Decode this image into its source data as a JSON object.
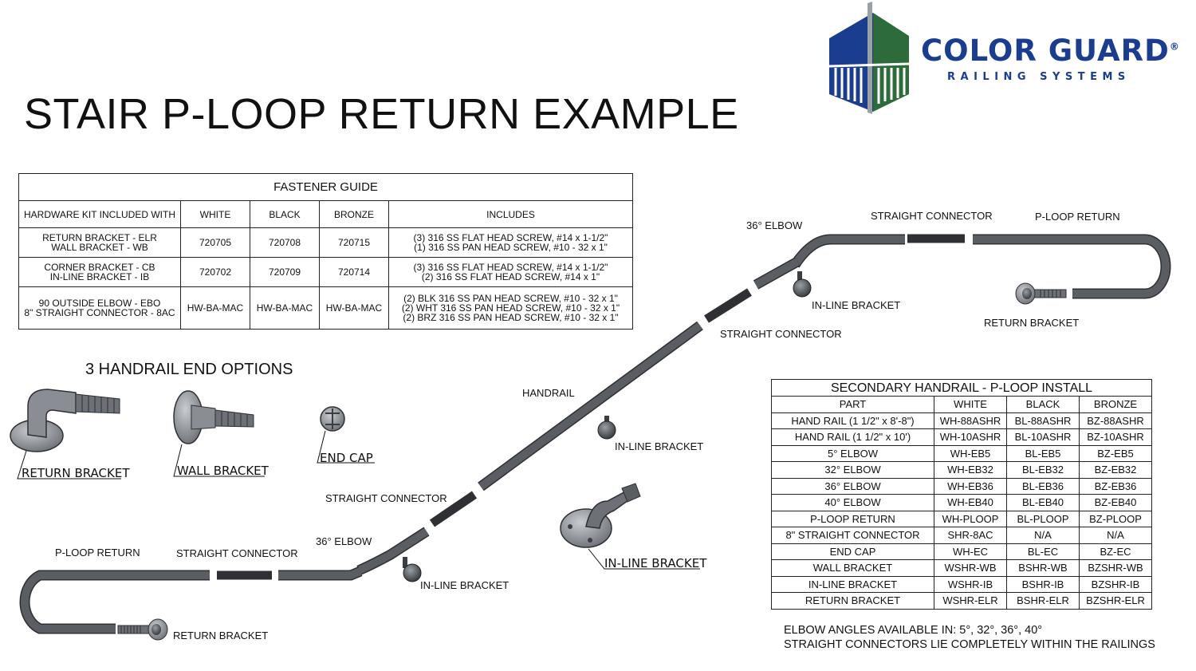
{
  "title": "STAIR P-LOOP RETURN EXAMPLE",
  "logo": {
    "brand": "COLOR GUARD",
    "registered": "®",
    "tagline": "RAILING SYSTEMS",
    "colors": {
      "blue": "#1b3d8f",
      "green": "#2e6b3a",
      "grey": "#9aa0a6"
    }
  },
  "fastener_guide": {
    "caption": "FASTENER GUIDE",
    "headers": [
      "HARDWARE KIT INCLUDED WITH",
      "WHITE",
      "BLACK",
      "BRONZE",
      "INCLUDES"
    ],
    "rows": [
      {
        "kit": "RETURN BRACKET - ELR\nWALL BRACKET - WB",
        "white": "720705",
        "black": "720708",
        "bronze": "720715",
        "includes": "(3) 316 SS FLAT HEAD SCREW, #14 x 1-1/2\"\n(1) 316 SS PAN HEAD SCREW, #10 - 32 x 1\""
      },
      {
        "kit": "CORNER BRACKET - CB\nIN-LINE BRACKET - IB",
        "white": "720702",
        "black": "720709",
        "bronze": "720714",
        "includes": "(3) 316 SS FLAT HEAD SCREW, #14 x 1-1/2\"\n(2) 316 SS FLAT HEAD SCREW, #14 x 1\""
      },
      {
        "kit": "90 OUTSIDE ELBOW - EBO\n8\" STRAIGHT CONNECTOR - 8AC",
        "white": "HW-BA-MAC",
        "black": "HW-BA-MAC",
        "bronze": "HW-BA-MAC",
        "includes": "(2) BLK 316 SS PAN HEAD SCREW, #10 - 32 x 1\"\n(2) WHT 316 SS PAN HEAD SCREW, #10 - 32 x 1\"\n(2) BRZ 316 SS PAN HEAD SCREW, #10 - 32 x 1\""
      }
    ]
  },
  "end_options": {
    "heading": "3 HANDRAIL END OPTIONS",
    "items": [
      "RETURN BRACKET",
      "WALL BRACKET",
      "END CAP"
    ]
  },
  "inline_bracket_label": "IN-LINE BRACKET",
  "diagram_labels": {
    "elbow_top": "36° ELBOW",
    "connector_top": "STRAIGHT CONNECTOR",
    "ploop_top": "P-LOOP RETURN",
    "inline_top": "IN-LINE BRACKET",
    "return_top": "RETURN BRACKET",
    "connector_mid_upper": "STRAIGHT CONNECTOR",
    "handrail": "HANDRAIL",
    "inline_mid": "IN-LINE BRACKET",
    "connector_mid_lower": "STRAIGHT CONNECTOR",
    "elbow_bottom": "36° ELBOW",
    "ploop_bottom": "P-LOOP RETURN",
    "connector_bottom": "STRAIGHT CONNECTOR",
    "inline_bottom": "IN-LINE BRACKET",
    "return_bottom": "RETURN BRACKET"
  },
  "secondary": {
    "caption": "SECONDARY HANDRAIL - P-LOOP INSTALL",
    "headers": [
      "PART",
      "WHITE",
      "BLACK",
      "BRONZE"
    ],
    "rows": [
      [
        "HAND RAIL (1 1/2\" x 8'-8\")",
        "WH-88ASHR",
        "BL-88ASHR",
        "BZ-88ASHR"
      ],
      [
        "HAND RAIL (1 1/2\" x 10')",
        "WH-10ASHR",
        "BL-10ASHR",
        "BZ-10ASHR"
      ],
      [
        "5° ELBOW",
        "WH-EB5",
        "BL-EB5",
        "BZ-EB5"
      ],
      [
        "32° ELBOW",
        "WH-EB32",
        "BL-EB32",
        "BZ-EB32"
      ],
      [
        "36° ELBOW",
        "WH-EB36",
        "BL-EB36",
        "BZ-EB36"
      ],
      [
        "40° ELBOW",
        "WH-EB40",
        "BL-EB40",
        "BZ-EB40"
      ],
      [
        "P-LOOP RETURN",
        "WH-PLOOP",
        "BL-PLOOP",
        "BZ-PLOOP"
      ],
      [
        "8\" STRAIGHT CONNECTOR",
        "SHR-8AC",
        "N/A",
        "N/A"
      ],
      [
        "END CAP",
        "WH-EC",
        "BL-EC",
        "BZ-EC"
      ],
      [
        "WALL BRACKET",
        "WSHR-WB",
        "BSHR-WB",
        "BZSHR-WB"
      ],
      [
        "IN-LINE BRACKET",
        "WSHR-IB",
        "BSHR-IB",
        "BZSHR-IB"
      ],
      [
        "RETURN BRACKET",
        "WSHR-ELR",
        "BSHR-ELR",
        "BZSHR-ELR"
      ]
    ]
  },
  "notes": [
    "ELBOW ANGLES AVAILABLE IN: 5°, 32°, 36°, 40°",
    "STRAIGHT CONNECTORS LIE COMPLETELY WITHIN THE RAILINGS"
  ],
  "colors": {
    "rail": "#55585d",
    "rail_edge": "#2e3033",
    "hardware": "#7b7f85"
  }
}
